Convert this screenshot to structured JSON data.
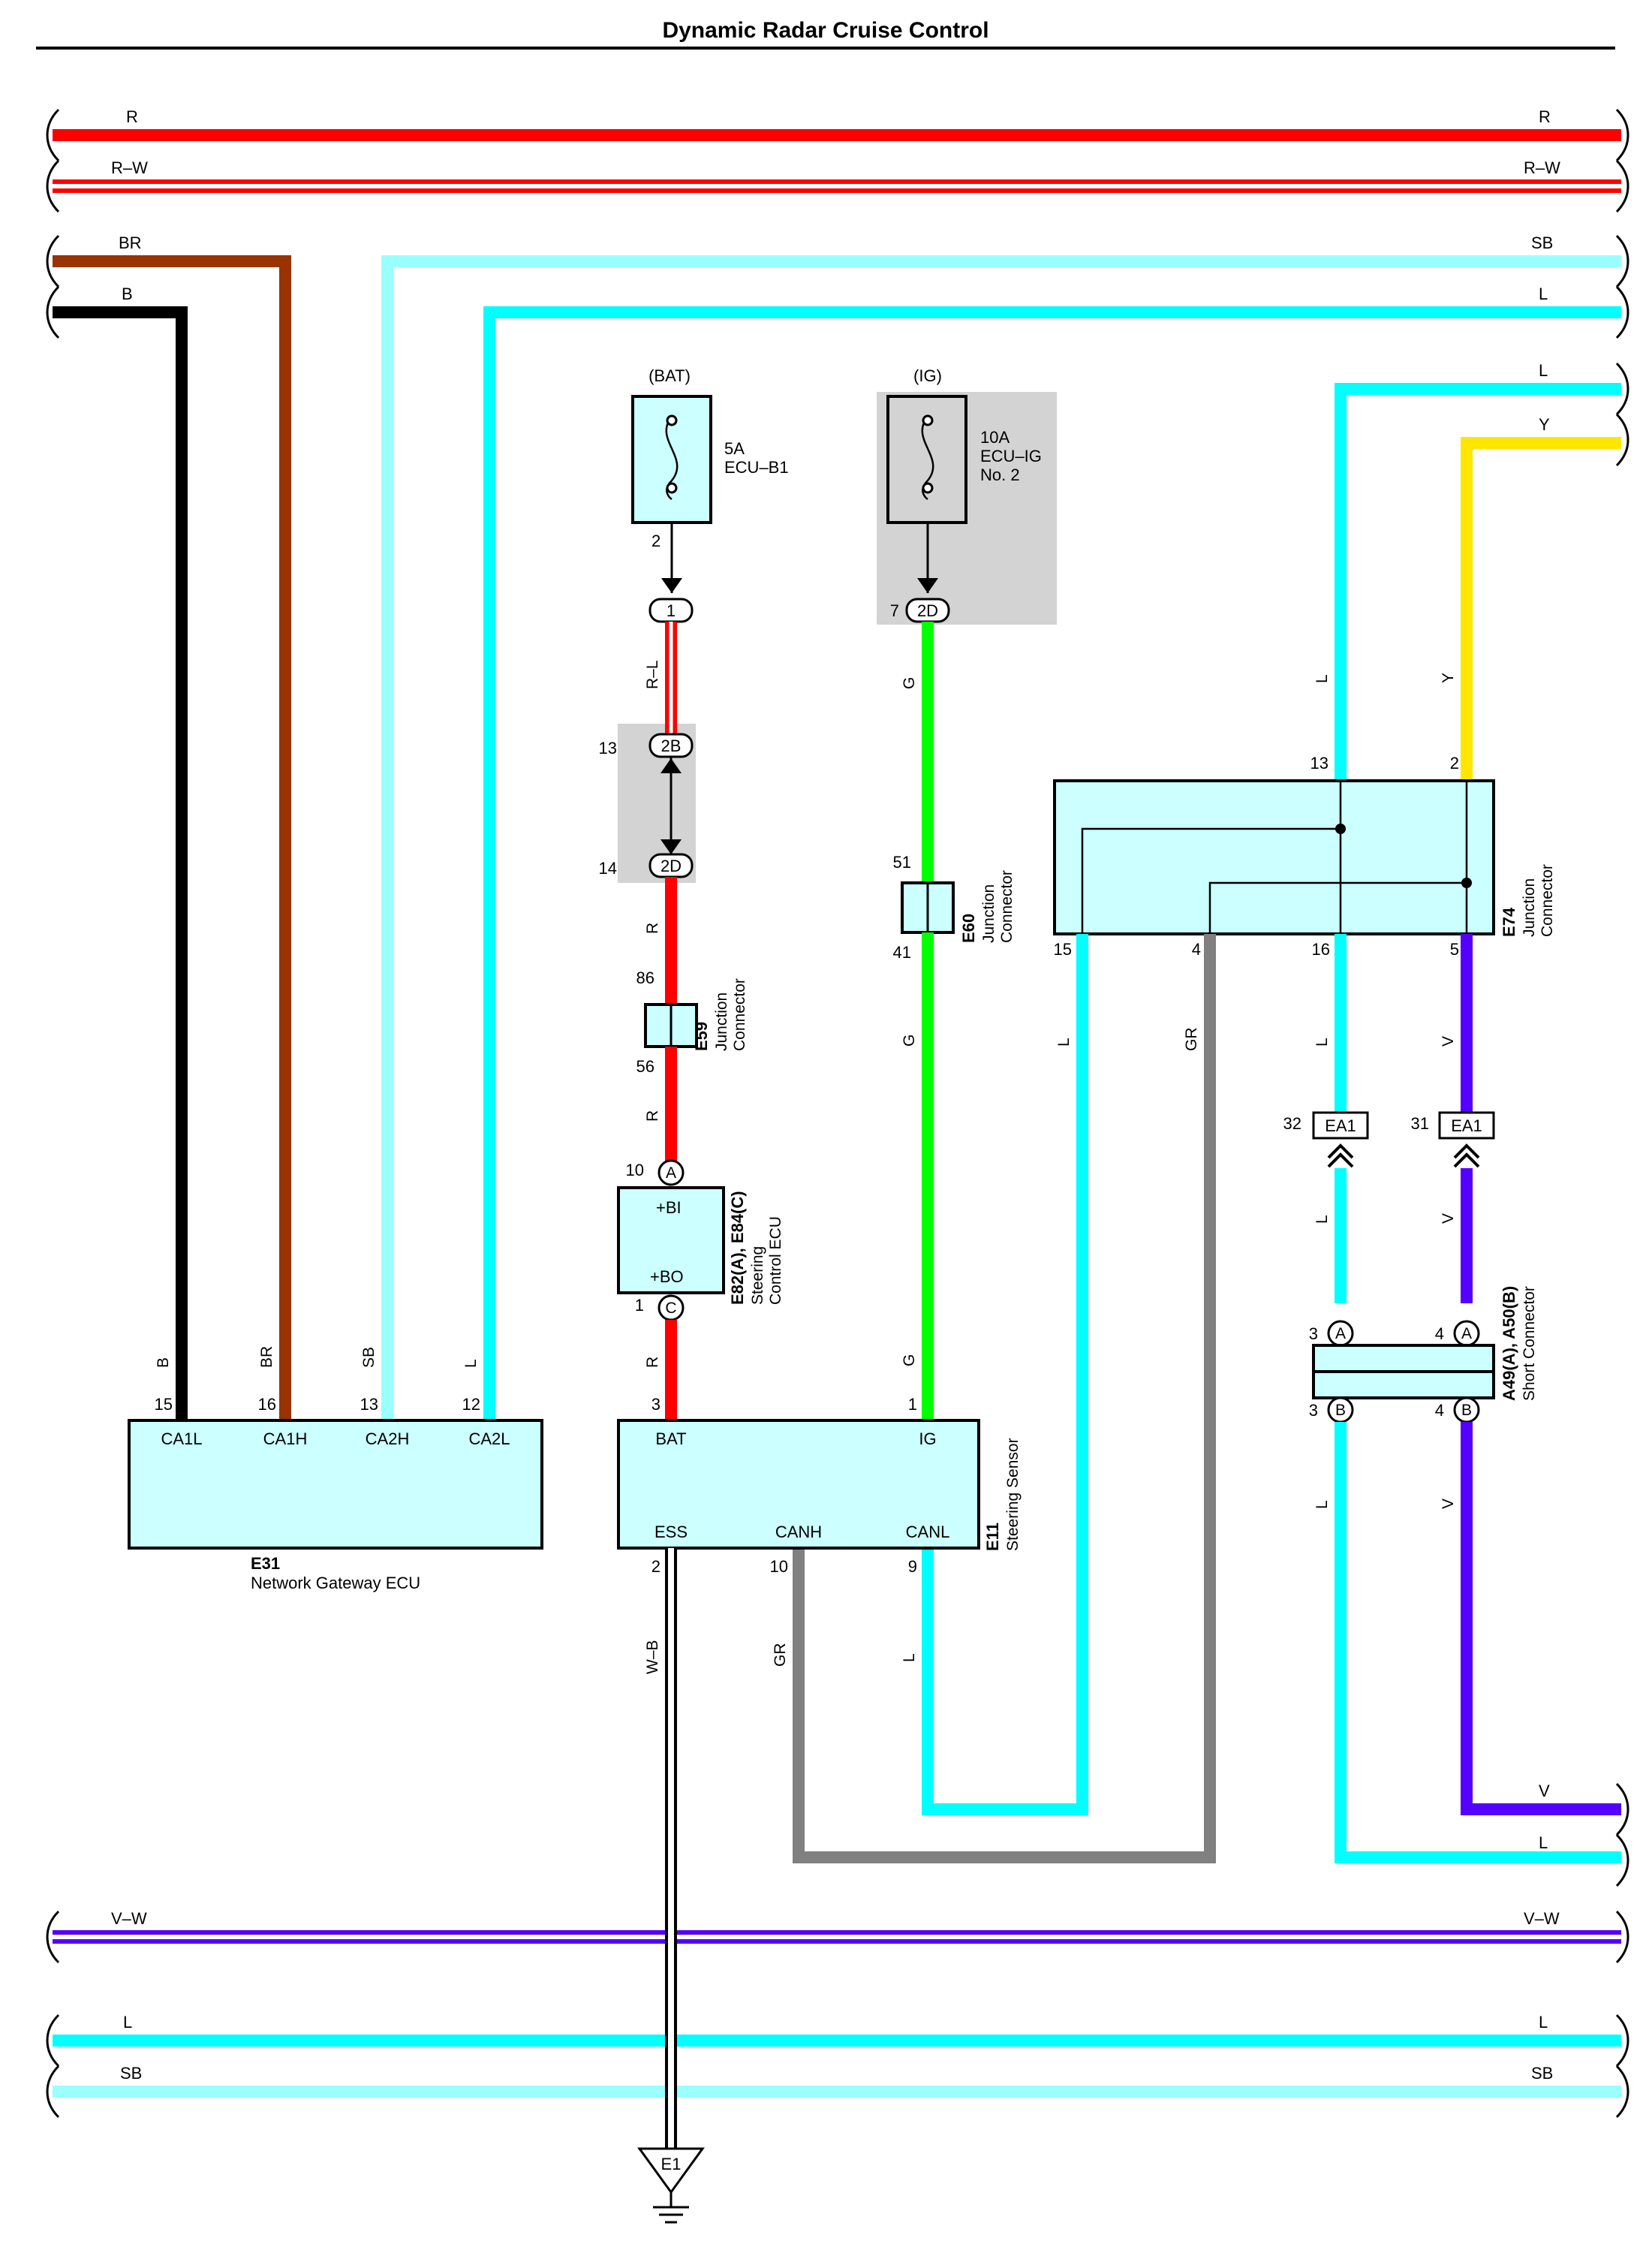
{
  "title": "Dynamic Radar Cruise Control",
  "colors": {
    "R": "#ff0000",
    "BR": "#993300",
    "B": "#000000",
    "SB": "#99ffff",
    "L": "#00ffff",
    "Y": "#ffe600",
    "G": "#00ff00",
    "GR": "#808080",
    "V": "#5500ff",
    "V-W": "#5500ff",
    "box": "#ccffff",
    "shade": "#d3d3d3"
  },
  "wires": {
    "top_r": "R",
    "top_rw": "R–W",
    "br": "BR",
    "sb_top": "SB",
    "b": "B",
    "l_top": "L",
    "l_right": "L",
    "y_right": "Y",
    "rl": "R–L",
    "r1": "R",
    "r2": "R",
    "r3": "R",
    "g1": "G",
    "g2": "G",
    "g3": "G",
    "l_e74": "L",
    "y_e74": "Y",
    "l_15": "L",
    "gr_4": "GR",
    "l_16": "L",
    "v_5": "V",
    "l_ea1": "L",
    "v_ea1": "V",
    "l_a49": "L",
    "v_a49": "V",
    "b_e31": "B",
    "br_e31": "BR",
    "sb_e31": "SB",
    "l_e31": "L",
    "wb": "W–B",
    "gr_e11": "GR",
    "l_e11": "L",
    "v_bot": "V",
    "l_bot": "L",
    "vw": "V–W",
    "l_bus": "L",
    "sb_bus": "SB"
  },
  "fuses": {
    "bat": {
      "source": "(BAT)",
      "rating": "5A",
      "name": "ECU–B1",
      "pin": "2"
    },
    "ig": {
      "source": "(IG)",
      "rating": "10A",
      "name_line1": "ECU–IG",
      "name_line2": "No. 2",
      "pin": "7",
      "connector": "2D"
    }
  },
  "connectors": {
    "c1": "1",
    "c2B": {
      "pin": "13",
      "id": "2B"
    },
    "c2D": {
      "pin": "14",
      "id": "2D"
    },
    "e59": {
      "id": "E59",
      "desc1": "Junction",
      "desc2": "Connector",
      "pin_top": "86",
      "pin_bottom": "56"
    },
    "e60": {
      "id": "E60",
      "desc1": "Junction",
      "desc2": "Connector",
      "pin_top": "51",
      "pin_bottom": "41"
    },
    "e74": {
      "id": "E74",
      "desc1": "Junction",
      "desc2": "Connector",
      "pin_13": "13",
      "pin_2": "2",
      "pin_15": "15",
      "pin_4": "4",
      "pin_16": "16",
      "pin_5": "5"
    },
    "ea1_l": {
      "pin": "32",
      "id": "EA1"
    },
    "ea1_r": {
      "pin": "31",
      "id": "EA1"
    },
    "a49": {
      "id": "A49(A), A50(B)",
      "desc": "Short Connector",
      "pin_la": "3",
      "pin_ra": "4",
      "pin_lb": "3",
      "pin_rb": "4",
      "term_a": "A",
      "term_b": "B"
    }
  },
  "steering_ecu": {
    "id": "E82(A), E84(C)",
    "desc1": "Steering",
    "desc2": "Control ECU",
    "pin_top": "10",
    "term_top": "A",
    "pin_bot": "1",
    "term_bot": "C",
    "label_bi": "+BI",
    "label_bo": "+BO"
  },
  "e31": {
    "id": "E31",
    "name": "Network Gateway ECU",
    "pins": [
      "15",
      "16",
      "13",
      "12"
    ],
    "labels": [
      "CA1L",
      "CA1H",
      "CA2H",
      "CA2L"
    ]
  },
  "e11": {
    "id": "E11",
    "name": "Steering Sensor",
    "pin_bat": "3",
    "pin_ig": "1",
    "pin_ess": "2",
    "pin_canh": "10",
    "pin_canl": "9",
    "label_bat": "BAT",
    "label_ig": "IG",
    "label_ess": "ESS",
    "label_canh": "CANH",
    "label_canl": "CANL"
  },
  "ground": "E1"
}
